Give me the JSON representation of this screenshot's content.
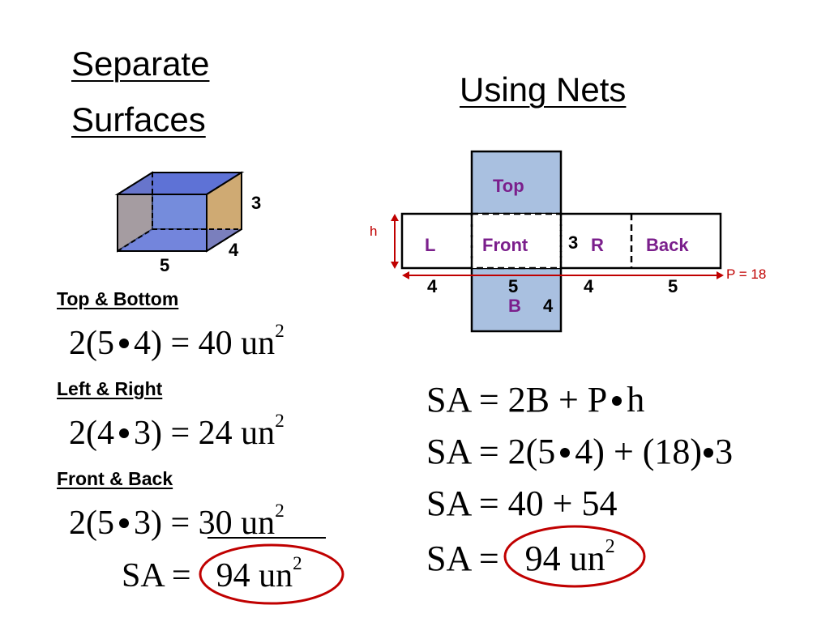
{
  "left": {
    "title_line1": "Separate",
    "title_line2": "Surfaces",
    "box_dims": {
      "height": "3",
      "depth": "4",
      "width": "5"
    },
    "sections": [
      {
        "heading": "Top & Bottom",
        "lhs": "2(5",
        "rhs": "4)",
        "equals": "= 40 un",
        "exp": "2"
      },
      {
        "heading": "Left & Right",
        "lhs": "2(4",
        "rhs": "3)",
        "equals": "= 24 un",
        "exp": "2"
      },
      {
        "heading": "Front & Back",
        "lhs": "2(5",
        "rhs": "3)",
        "equals": "= 30 un",
        "exp": "2"
      }
    ],
    "total": {
      "prefix": "SA =",
      "value": "94 un",
      "exp": "2"
    }
  },
  "right": {
    "title": "Using Nets",
    "net": {
      "top": "Top",
      "left": "L",
      "front": "Front",
      "right": "R",
      "back": "Back",
      "bottom": "B",
      "h_label": "h",
      "perimeter": "P = 18",
      "height_dim": "3",
      "bottom_dims": [
        "4",
        "5",
        "4",
        "5"
      ],
      "bottom_depth": "4"
    },
    "formulas": [
      {
        "a": "SA = 2B + P",
        "b": "h"
      },
      {
        "a": "SA = 2(5",
        "b": "4) + (18)",
        "c": "3"
      },
      {
        "a": "SA = 40 + 54"
      }
    ],
    "total": {
      "prefix": "SA =",
      "value": "94 un",
      "exp": "2"
    }
  },
  "colors": {
    "face_blue": "#5B6FD6",
    "net_blue": "#A9C0E0",
    "side_tan": "#D4AC6E",
    "purple": "#7B1F8C",
    "red": "#C00000"
  }
}
